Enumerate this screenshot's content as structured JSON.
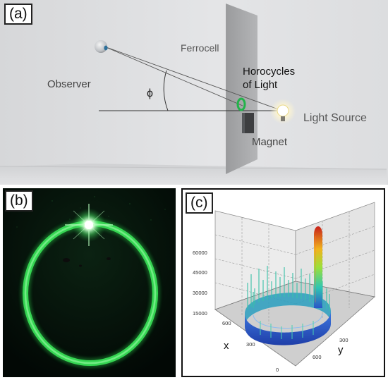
{
  "panels": {
    "a": {
      "tag": "(a)",
      "labels": {
        "ferrocell": "Ferrocell",
        "observer": "Observer",
        "horocycles_line1": "Horocycles",
        "horocycles_line2": "of Light",
        "phi": "ϕ",
        "light_source": "Light Source",
        "magnet": "Magnet"
      }
    },
    "b": {
      "tag": "(b)"
    },
    "c": {
      "tag": "(c)",
      "z_ticks": [
        "60000",
        "45000",
        "30000",
        "15000"
      ],
      "x_ticks": [
        "600",
        "300",
        "0"
      ],
      "y_ticks": [
        "300",
        "600"
      ],
      "x_label": "x",
      "y_label": "y"
    }
  },
  "colors": {
    "ring_green": "#2fd24a",
    "horocycle_green": "#22b34a",
    "surface_blue": "#2a55c8",
    "peak_red": "#c8201a"
  }
}
